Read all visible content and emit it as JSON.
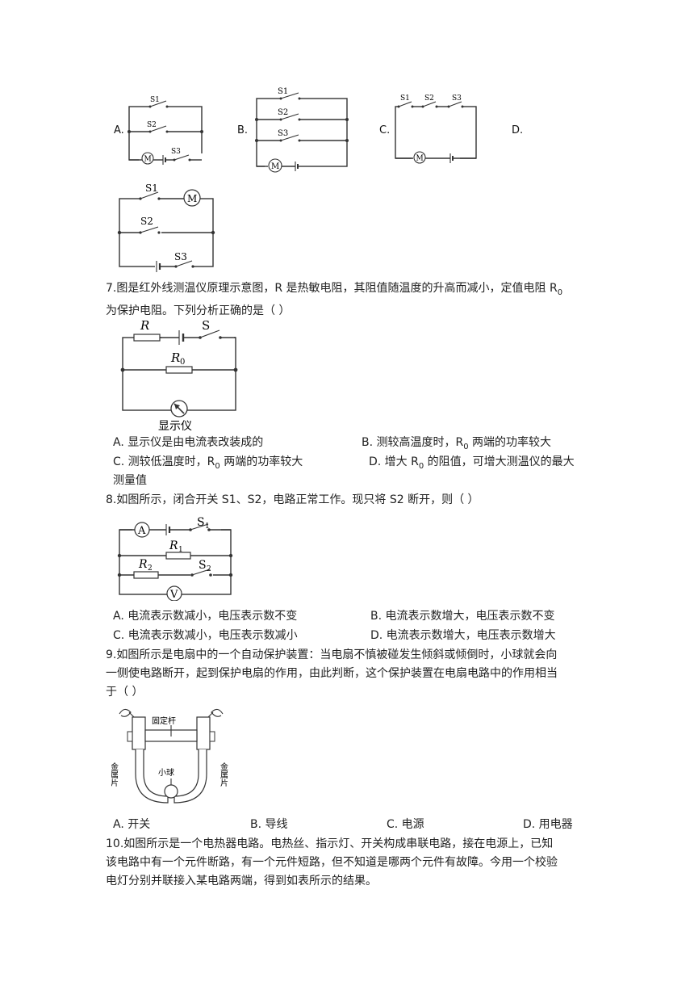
{
  "q6": {
    "options": [
      {
        "label": "A."
      },
      {
        "label": "B."
      },
      {
        "label": "C."
      },
      {
        "label": "D."
      }
    ],
    "components": {
      "s1": "S1",
      "s2": "S2",
      "s3": "S3",
      "motor": "M"
    }
  },
  "q7": {
    "text_line1": "7.图是红外线测温仪原理示意图，R 是热敏电阻，其阻值随温度的升高而减小，定值电阻 R",
    "text_sub": "0",
    "text_line2": "为保护电阻。下列分析正确的是（    ）",
    "figure": {
      "r": "R",
      "s": "S",
      "r0": "R",
      "r0_sub": "0",
      "display": "显示仪"
    },
    "options": {
      "a": "A. 显示仪是由电流表改装成的",
      "b_pre": "B. 测较高温度时，R",
      "b_sub": "0",
      "b_post": " 两端的功率较大",
      "c_pre": "C. 测较低温度时，R",
      "c_sub": "0",
      "c_post": " 两端的功率较大",
      "d_pre": "D. 增大 R",
      "d_sub": "0",
      "d_post": " 的阻值，可增大测温仪的最大",
      "d_line2": "测量值"
    }
  },
  "q8": {
    "text": "8.如图所示，闭合开关 S1、S2，电路正常工作。现只将 S2 断开，则（     ）",
    "figure": {
      "a": "A",
      "s1": "S",
      "s1_sub": "1",
      "r1": "R",
      "r1_sub": "1",
      "r2": "R",
      "r2_sub": "2",
      "s2": "S",
      "s2_sub": "2",
      "v": "V"
    },
    "options": {
      "a": "A. 电流表示数减小，电压表示数不变",
      "b": "B. 电流表示数增大，电压表示数不变",
      "c": "C. 电流表示数减小，电压表示数减小",
      "d": "D. 电流表示数增大，电压表示数增大"
    }
  },
  "q9": {
    "text_line1": "9.如图所示是电扇中的一个自动保护装置：当电扇不慎被碰发生倾斜或倾倒时，小球就会向",
    "text_line2": "一侧使电路断开，起到保护电扇的作用，由此判断，这个保护装置在电扇电路中的作用相当",
    "text_line3": "于（     ）",
    "figure": {
      "rod": "固定杆",
      "ball": "小球",
      "metal_left": "金属片",
      "metal_right": "金属片"
    },
    "options": {
      "a": "A. 开关",
      "b": "B. 导线",
      "c": "C. 电源",
      "d": "D. 用电器"
    }
  },
  "q10": {
    "text_line1": "10.如图所示是一个电热器电路。电热丝、指示灯、开关构成串联电路，接在电源上，已知",
    "text_line2": "该电路中有一个元件断路，有一个元件短路，但不知道是哪两个元件有故障。今用一个校验",
    "text_line3": "电灯分别并联接入某电路两端，得到如表所示的结果。"
  }
}
